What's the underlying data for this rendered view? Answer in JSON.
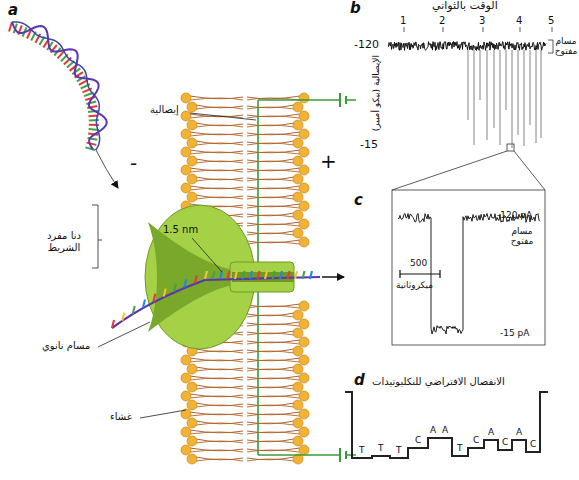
{
  "diagram": {
    "labels": [
      "a",
      "b",
      "c",
      "d",
      "الوقت بالثواني",
      "1",
      "2",
      "3",
      "4",
      "5",
      "-120",
      "-15",
      "الإيصالية (بيكو أمبير)",
      "مسام مفتوح",
      "دنا مفرد الشريط",
      "إيصالية",
      "1.5 nm",
      "-",
      "+",
      "مسام نانوي",
      "غشاء",
      "-120 pA",
      "مسام مفتوح",
      "500",
      "ميكروثانية",
      "-15 pA",
      "الانفصال الافتراضي للنكليوتيدات",
      "T",
      "T",
      "T",
      "C",
      "A",
      "A",
      "T",
      "C",
      "A",
      "C",
      "A",
      "C"
    ]
  }
}
